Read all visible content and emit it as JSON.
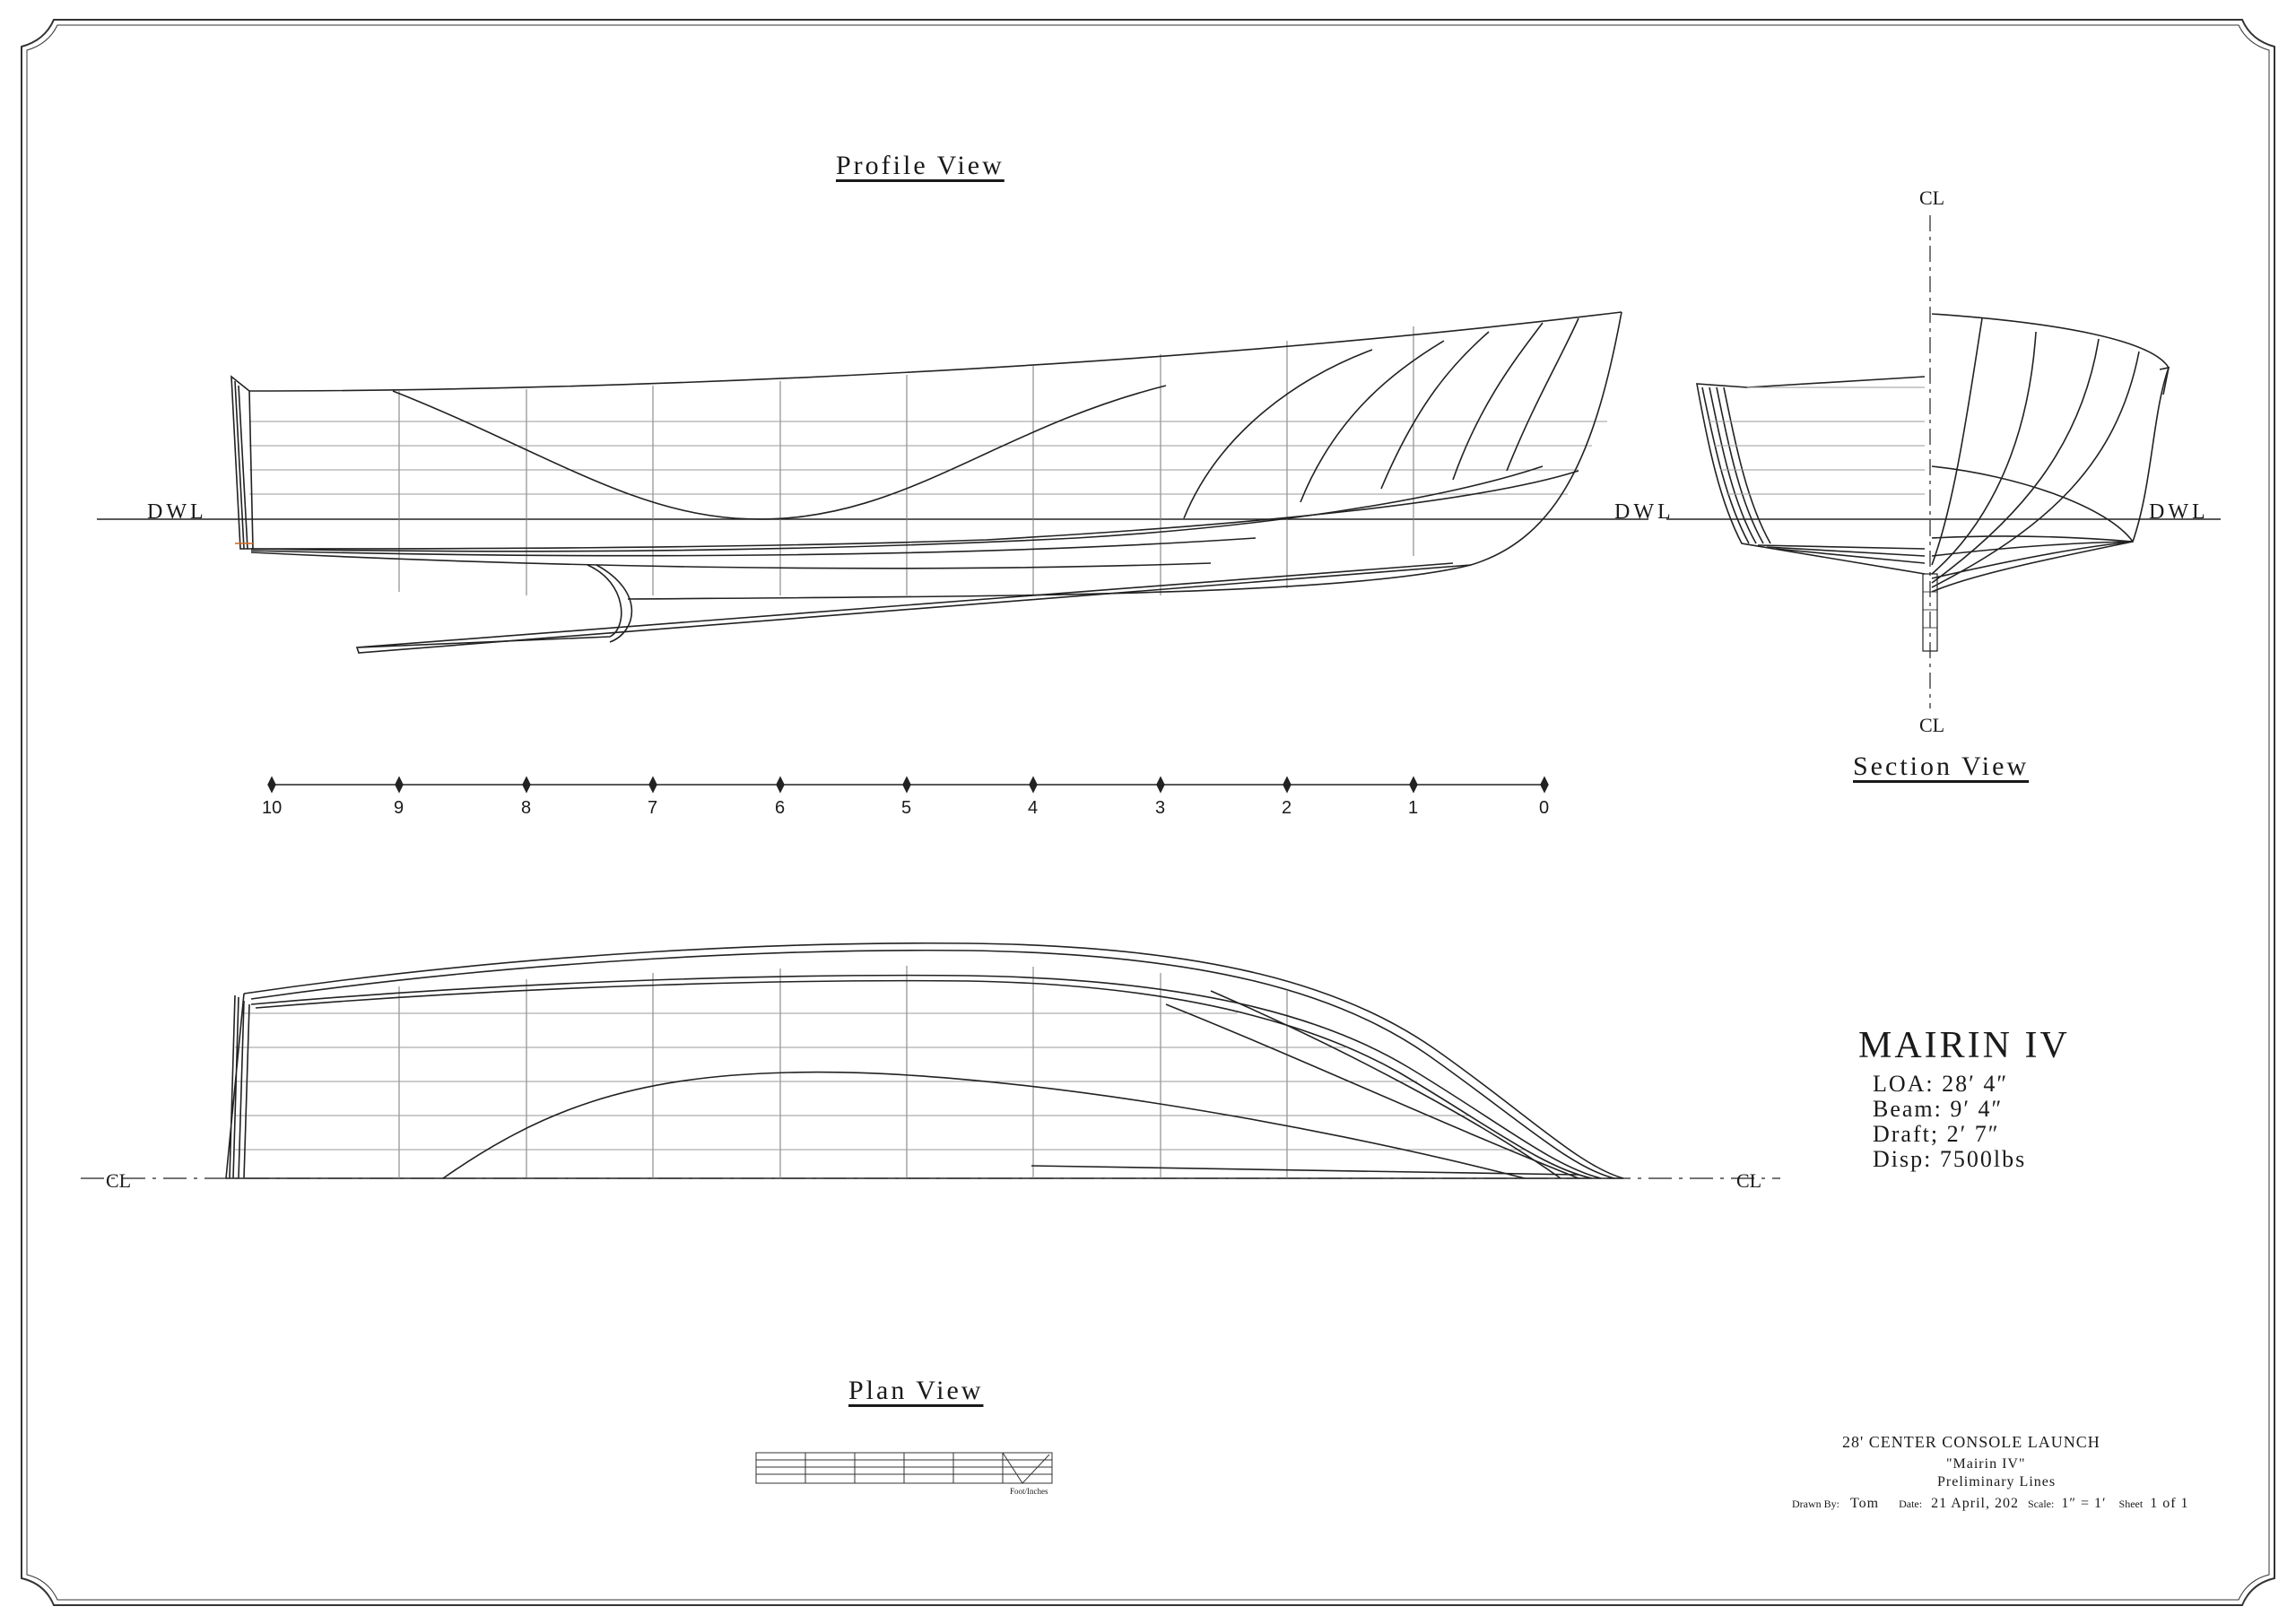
{
  "views": {
    "profile": "Profile View",
    "section": "Section View",
    "plan": "Plan View"
  },
  "waterline_label": "DWL",
  "centerline_label": "CL",
  "stations": [
    "10",
    "9",
    "8",
    "7",
    "6",
    "5",
    "4",
    "3",
    "2",
    "1",
    "0"
  ],
  "boat": {
    "name": "MAIRIN IV",
    "specs": [
      "LOA: 28′ 4″",
      "Beam: 9′ 4″",
      "Draft; 2′ 7″",
      "Disp:  7500lbs"
    ]
  },
  "title_block": {
    "title": "28' CENTER CONSOLE LAUNCH",
    "subtitle": "\"Mairin IV\"",
    "sheet_type": "Preliminary Lines",
    "drawn_by_label": "Drawn By:",
    "drawn_by": "Tom",
    "date_label": "Date:",
    "date": "21 April, 202",
    "scale_label": "Scale:",
    "scale": "1″ = 1′",
    "sheet_label": "Sheet",
    "sheet": "1 of 1"
  },
  "scale_bar_label": "Foot/Inches"
}
